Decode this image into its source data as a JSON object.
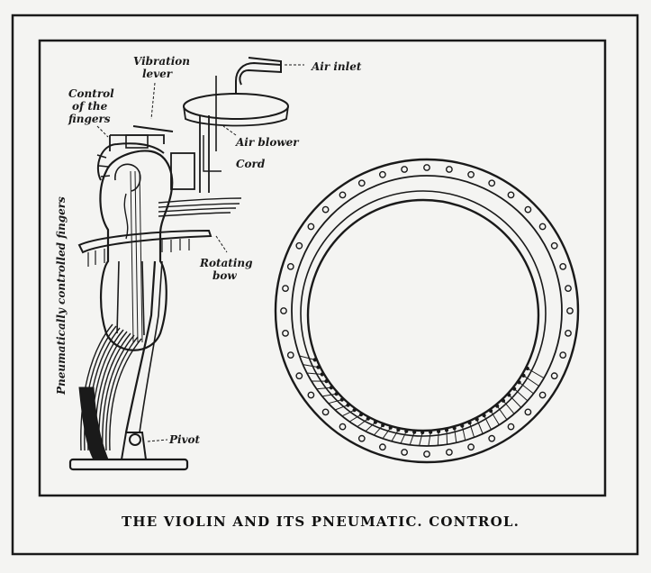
{
  "labels": {
    "vibration_lever_1": "Vibration",
    "vibration_lever_2": "lever",
    "air_inlet": "Air inlet",
    "control_fingers_1": "Control",
    "control_fingers_2": "of the",
    "control_fingers_3": "fingers",
    "air_blower": "Air blower",
    "cord": "Cord",
    "rotating_bow_1": "Rotating",
    "rotating_bow_2": "bow",
    "pneumatic_fingers": "Pneumatically controlled fingers",
    "pivot": "Pivot"
  },
  "caption": "THE VIOLIN AND ITS PNEUMATIC. CONTROL.",
  "colors": {
    "ink": "#1a1a1a",
    "paper": "#f4f4f2"
  }
}
